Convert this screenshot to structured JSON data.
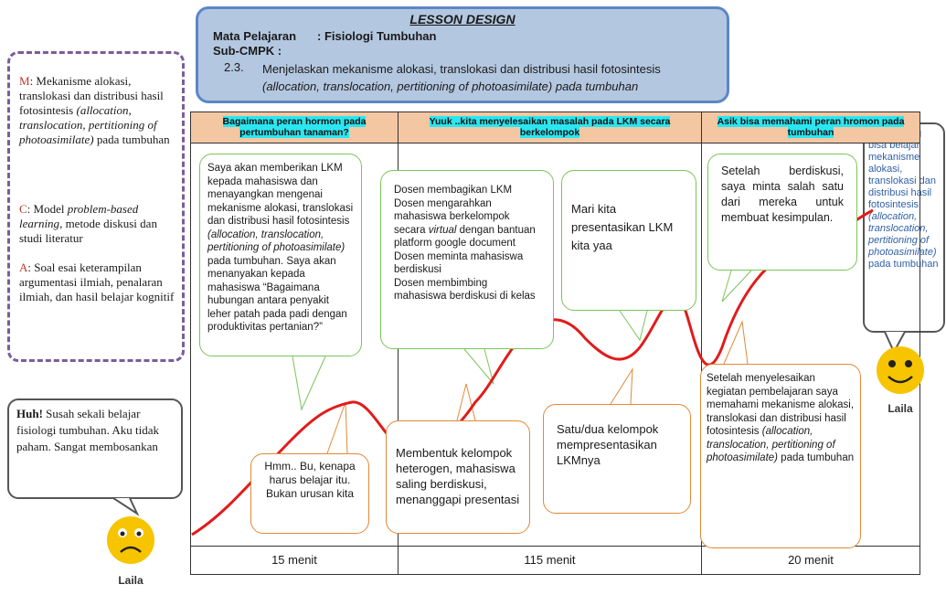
{
  "header": {
    "title": "LESSON DESIGN",
    "subject_label": "Mata Pelajaran",
    "subject_value": ": Fisiologi Tumbuhan",
    "subcpmk_label": "Sub-CMPK :",
    "cpmk_number": "2.3.",
    "cpmk_text": "Menjelaskan mekanisme alokasi, translokasi dan distribusi hasil fotosintesis",
    "cpmk_text_italic": "(allocation, translocation, pertitioning of photoasimilate) pada tumbuhan"
  },
  "mca": {
    "m_letter": "M",
    "m_text": ": Mekanisme alokasi, translokasi dan distribusi hasil fotosintesis",
    "m_italic": "(allocation, translocation, pertitioning of photoasimilate)",
    "m_tail": "pada tumbuhan",
    "c_letter": "C",
    "c_text": ": Model",
    "c_italic": "problem-based learning",
    "c_tail": ", metode diskusi dan studi literatur",
    "a_letter": "A",
    "a_text": ": Soal esai keterampilan argumentasi ilmiah, penalaran ilmiah, dan hasil belajar kognitif"
  },
  "left_bubble": {
    "bold": "Huh!",
    "text": " Susah sekali belajar fisiologi tumbuhan. Aku tidak paham. Sangat membosankan"
  },
  "right_bubble": {
    "text": "Aku senang bisa belajar mekanisme alokasi, translokasi dan distribusi hasil fotosintesis",
    "italic": "(allocation, translocation, pertitioning of photoasimilate)",
    "tail": " pada tumbuhan"
  },
  "table": {
    "col1_header": "Bagaimana peran hormon pada pertumbuhan tanaman?",
    "col2_header": "Yuuk ..kita menyelesaikan masalah pada LKM secara berkelompok",
    "col3_header": "Asik bisa memahami peran hromon pada tumbuhan",
    "col1_time": "15 menit",
    "col2_time": "115 menit",
    "col3_time": "20 menit"
  },
  "bubbles": {
    "g1": "Saya akan memberikan LKM kepada mahasiswa dan menayangkan mengenai mekanisme alokasi, translokasi dan distribusi hasil fotosintesis",
    "g1_italic": "(allocation, translocation, pertitioning of photoasimilate)",
    "g1_tail": " pada tumbuhan. Saya akan menanyakan kepada mahasiswa “Bagaimana hubungan antara penyakit leher patah pada padi dengan produktivitas pertanian?”",
    "o1": "Hmm.. Bu, kenapa harus belajar itu. Bukan urusan kita",
    "g2_a": "Dosen membagikan LKM",
    "g2_b": "Dosen mengarahkan mahasiswa berkelompok secara",
    "g2_b_italic": "virtual",
    "g2_b_tail": " dengan bantuan platform google document",
    "g2_c": "Dosen meminta mahasiswa berdiskusi",
    "g2_d": "Dosen membimbing mahasiswa berdiskusi di kelas",
    "g3": "Mari kita presentasikan LKM kita yaa",
    "o2": "Membentuk kelompok heterogen, mahasiswa saling berdiskusi, menanggapi presentasi",
    "o3": "Satu/dua kelompok mempresentasikan LKMnya",
    "g4": "Setelah berdiskusi, saya minta salah satu dari mereka untuk membuat kesimpulan.",
    "o4": "Setelah menyelesaikan kegiatan pembelajaran saya memahami mekanisme alokasi, translokasi dan distribusi hasil fotosintesis",
    "o4_italic": "(allocation, translocation, pertitioning of photoasimilate)",
    "o4_tail": " pada tumbuhan"
  },
  "faces": {
    "left_name": "Laila",
    "right_name": "Laila"
  },
  "colors": {
    "header_bg": "#b4c7e0",
    "header_border": "#5b86c8",
    "mca_border": "#7a5c9b",
    "column_header_bg": "#f4c7a3",
    "highlight": "#2be6f0",
    "curve": "#e21b1b",
    "green_bubble": "#7cc45a",
    "orange_bubble": "#e08a36",
    "face": "#f7c400"
  }
}
